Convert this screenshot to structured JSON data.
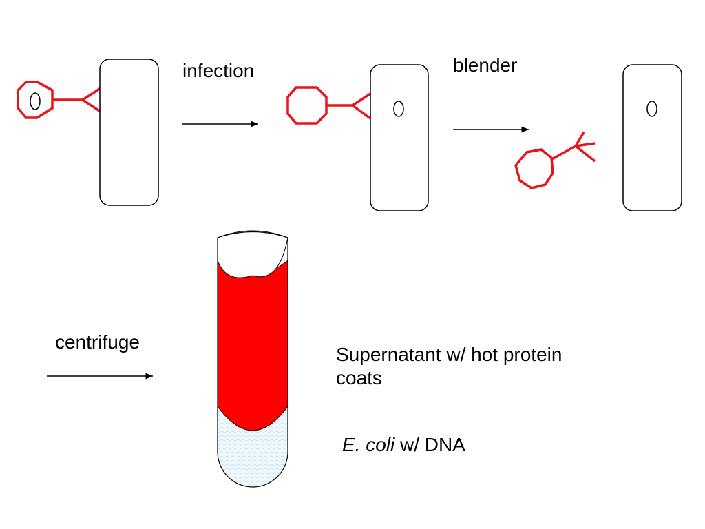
{
  "steps": {
    "infection": "infection",
    "blender": "blender",
    "centrifuge": "centrifuge"
  },
  "tube_labels": {
    "supernatant_line1": "Supernatant w/ hot protein",
    "supernatant_line2": "coats",
    "pellet_organism": "E. coli",
    "pellet_suffix": " w/ DNA"
  },
  "colors": {
    "phage": "#e8141a",
    "supernatant": "#ff0000",
    "pellet": "#eef7fb",
    "outline": "#000000"
  },
  "icons": {
    "phage": "bacteriophage-icon",
    "cell": "bacterial-cell-icon",
    "tube": "centrifuge-tube-icon",
    "arrow": "right-arrow-icon"
  }
}
